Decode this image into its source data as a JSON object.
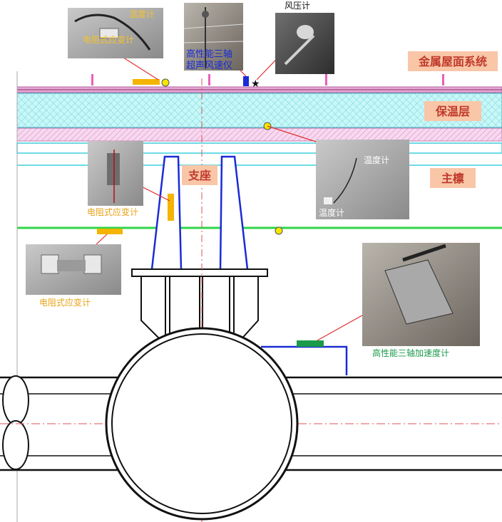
{
  "labels": {
    "metal_roof": "金属屋面系统",
    "insulation": "保温层",
    "main_purlin": "主檩",
    "support": "支座"
  },
  "sensors": {
    "temp_top": "温度计",
    "strain_top": "电阻式应变计",
    "anemometer": "高性能三轴超声风速仪",
    "anemometer_line1": "高性能三轴",
    "anemometer_line2": "超声风速仪",
    "wind_pressure": "风压计",
    "strain_mid": "电阻式应变计",
    "strain_low": "电阻式应变计",
    "temp_right_1": "温度计",
    "temp_right_2": "温度计",
    "accelerometer": "高性能三轴加速度计"
  },
  "colors": {
    "label_box_fill": "#f9c6a8",
    "label_text": "#c0392b",
    "roof_pink": "#e9a4d4",
    "insulation_cyan": "#bff3f5",
    "purlin_green": "#2fd64a",
    "structure_blue": "#1a2bd6",
    "strain_gauge": "#f4b400",
    "temp_marker": "#f5e600",
    "accel_marker": "#1b9a4a"
  }
}
